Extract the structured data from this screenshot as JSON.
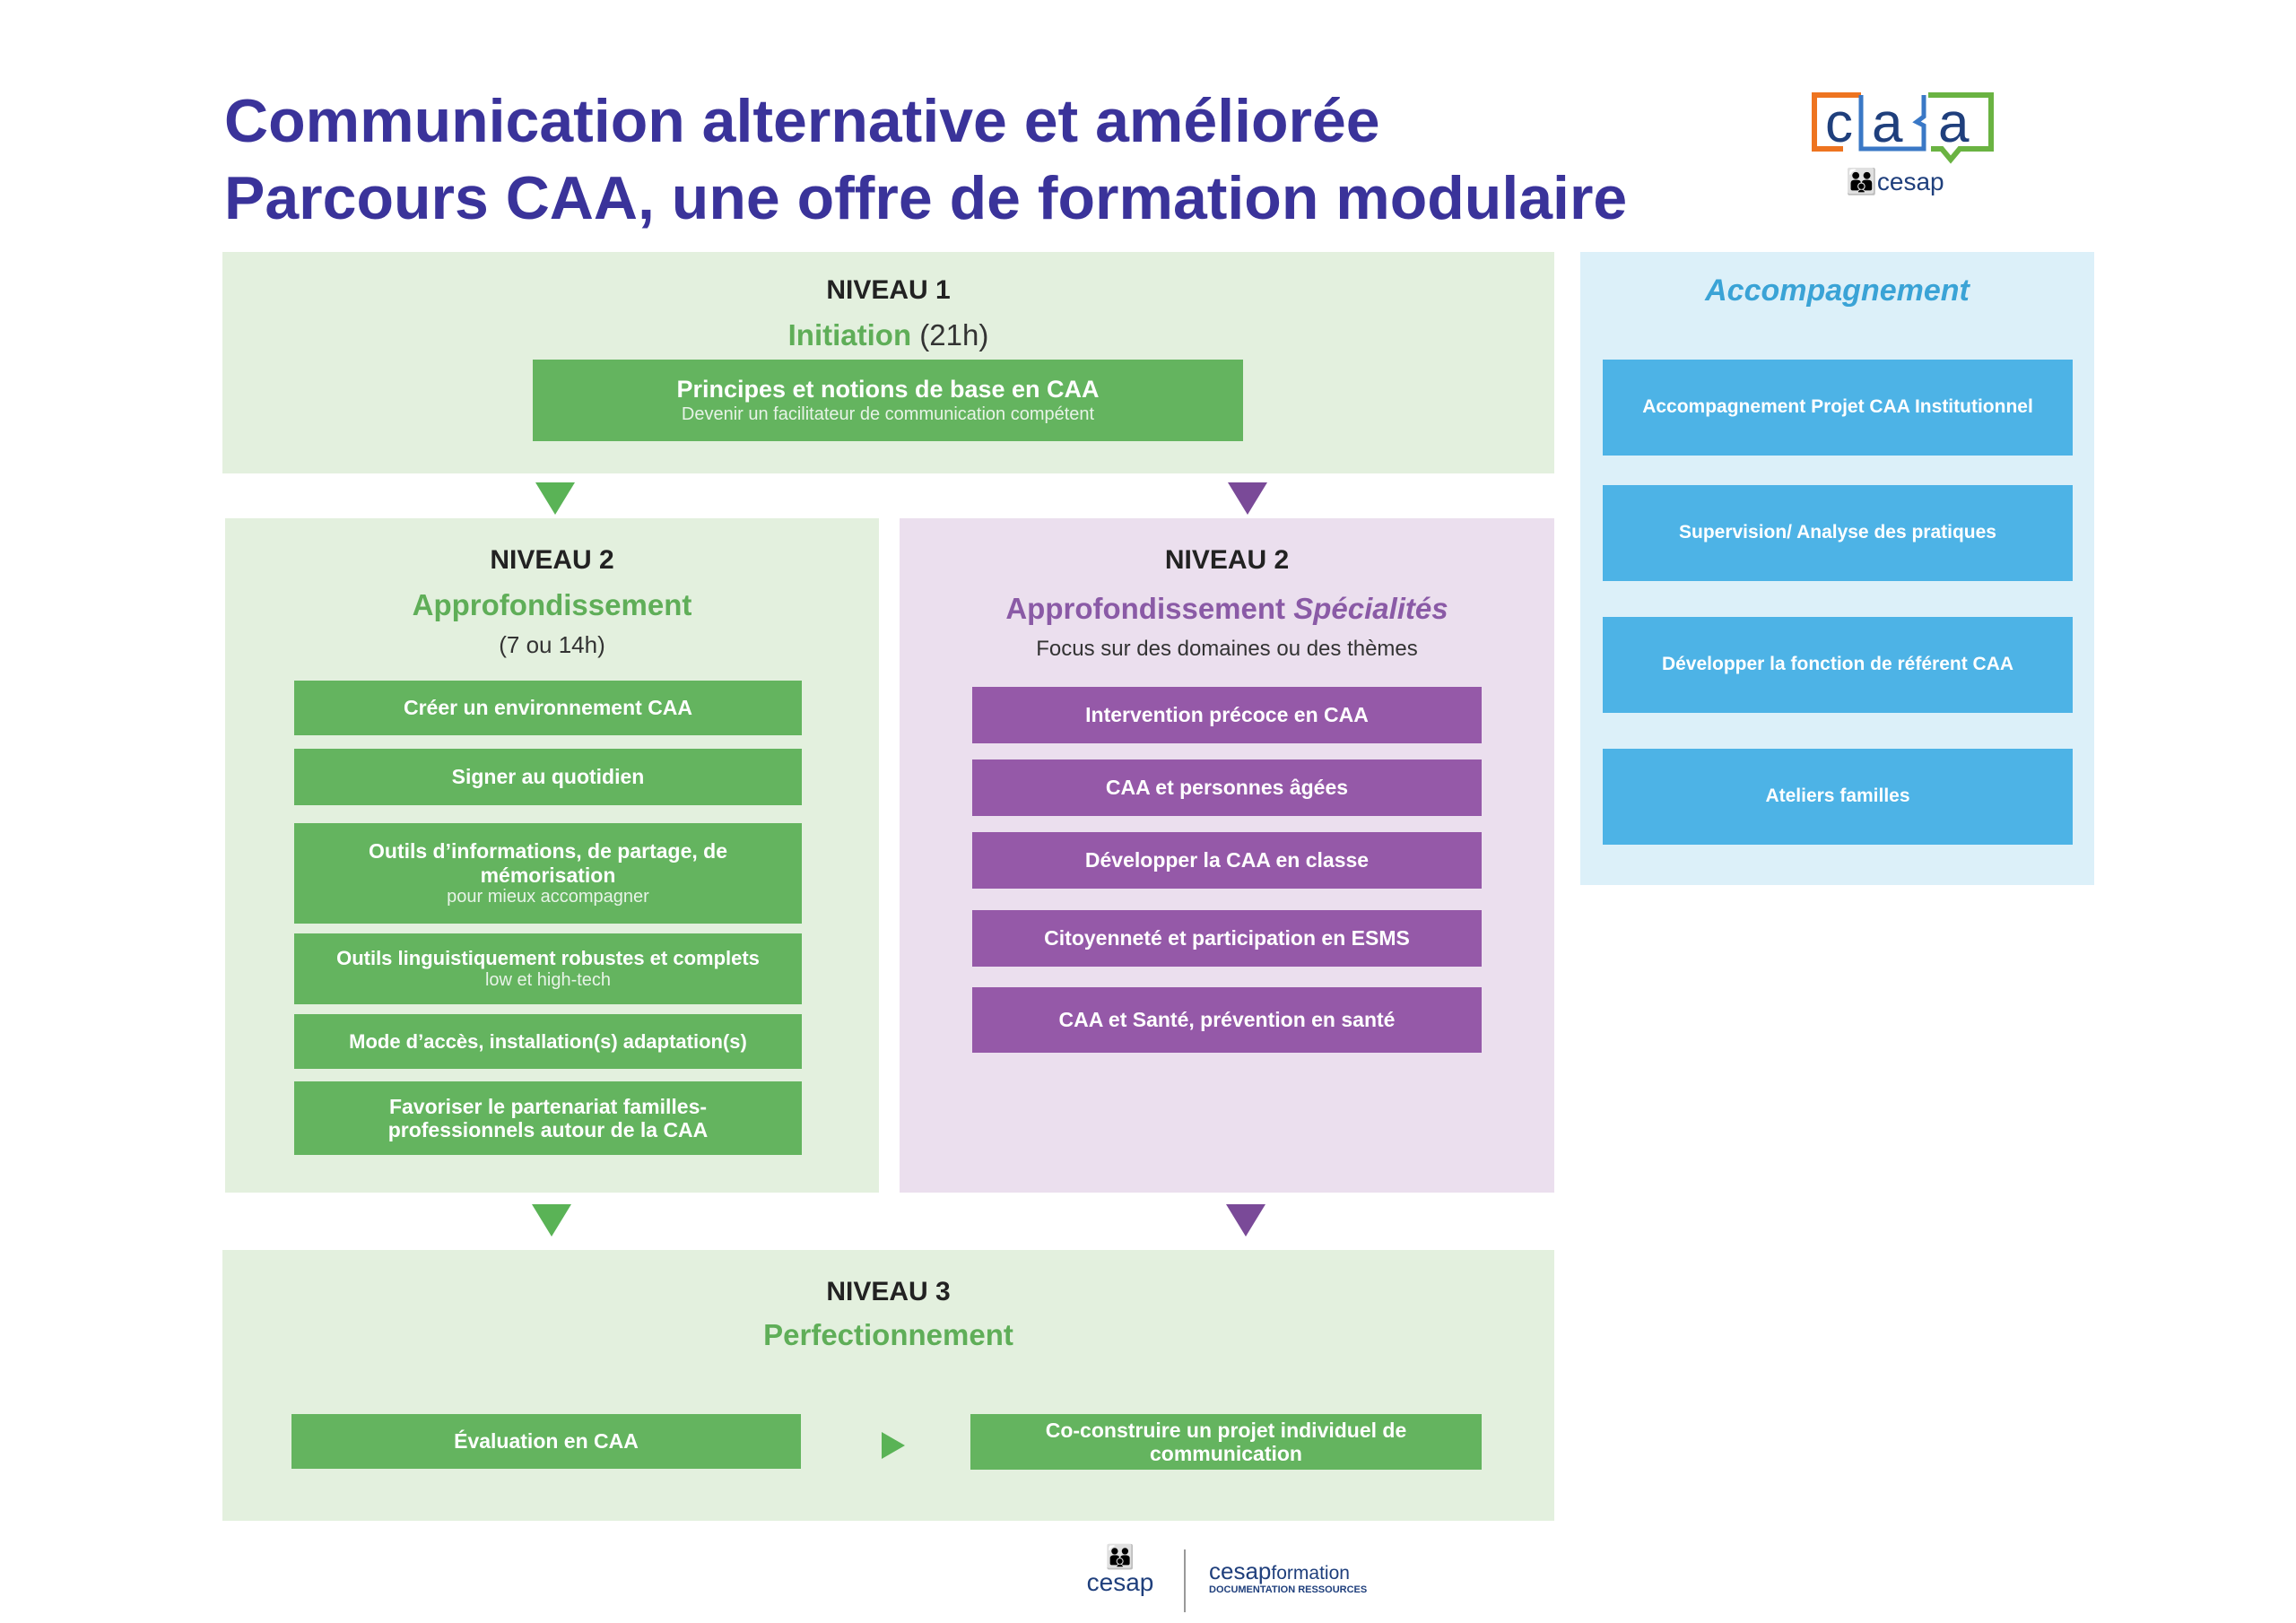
{
  "title": {
    "line1": "Communication alternative et améliorée",
    "line2": "Parcours CAA, une offre de formation modulaire"
  },
  "logo": {
    "caa": "caa",
    "brand": "cesap"
  },
  "niveau1": {
    "level": "NIVEAU 1",
    "name": "Initiation",
    "duration": "(21h)",
    "module": {
      "title": "Principes et notions de base en CAA",
      "subtitle": "Devenir un facilitateur de communication compétent"
    }
  },
  "niveau2_left": {
    "level": "NIVEAU 2",
    "name": "Approfondissement",
    "duration": "(7 ou 14h)",
    "modules": [
      {
        "title": "Créer un environnement CAA",
        "subtitle": ""
      },
      {
        "title": "Signer au quotidien",
        "subtitle": ""
      },
      {
        "title": "Outils d’informations, de partage, de mémorisation",
        "subtitle": "pour mieux accompagner"
      },
      {
        "title": "Outils linguistiquement robustes et complets",
        "subtitle": "low et high-tech"
      },
      {
        "title": "Mode d’accès, installation(s) adaptation(s)",
        "subtitle": ""
      },
      {
        "title": "Favoriser le partenariat familles-professionnels autour de la CAA",
        "subtitle": ""
      }
    ]
  },
  "niveau2_right": {
    "level": "NIVEAU 2",
    "name": "Approfondissement",
    "name_em": "Spécialités",
    "note": "Focus sur des domaines ou des thèmes",
    "modules": [
      "Intervention précoce en CAA",
      "CAA et personnes âgées",
      "Développer la CAA en classe",
      "Citoyenneté et participation en ESMS",
      "CAA et Santé, prévention en santé"
    ]
  },
  "niveau3": {
    "level": "NIVEAU 3",
    "name": "Perfectionnement",
    "modules": [
      "Évaluation en CAA",
      "Co-construire un projet individuel de communication"
    ]
  },
  "accompagnement": {
    "title": "Accompagnement",
    "items": [
      "Accompagnement Projet CAA Institutionnel",
      "Supervision/ Analyse des pratiques",
      "Développer la fonction de référent CAA",
      "Ateliers familles"
    ]
  },
  "footer": {
    "brand": "cesap",
    "formation_brand": "cesap",
    "formation_word": "formation",
    "formation_sub": "DOCUMENTATION RESSOURCES"
  },
  "colors": {
    "title": "#3a339a",
    "green": "#64b45f",
    "purple": "#9559a8",
    "blue": "#4db3e6"
  }
}
